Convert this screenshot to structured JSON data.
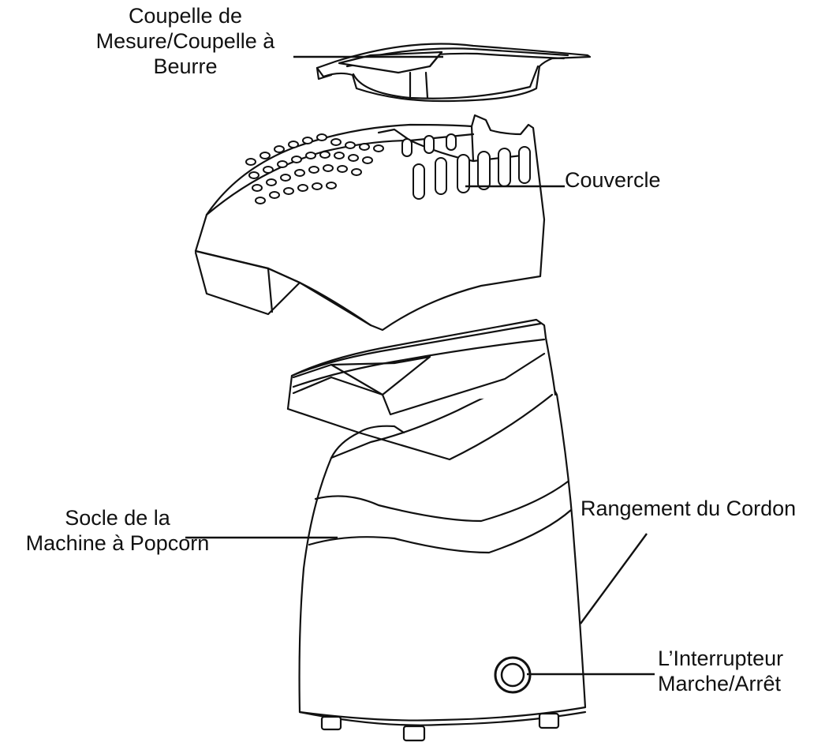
{
  "labels": {
    "measuring_cup": [
      "Coupelle de",
      "Mesure/Coupelle à",
      "Beurre"
    ],
    "lid": [
      "Couvercle"
    ],
    "base": [
      "Socle de la",
      "Machine à Popcorn"
    ],
    "cord_storage": [
      "Rangement du Cordon"
    ],
    "switch": [
      "L’Interrupteur",
      "Marche/Arrêt"
    ]
  },
  "colors": {
    "line": "#111111",
    "background": "#ffffff"
  }
}
